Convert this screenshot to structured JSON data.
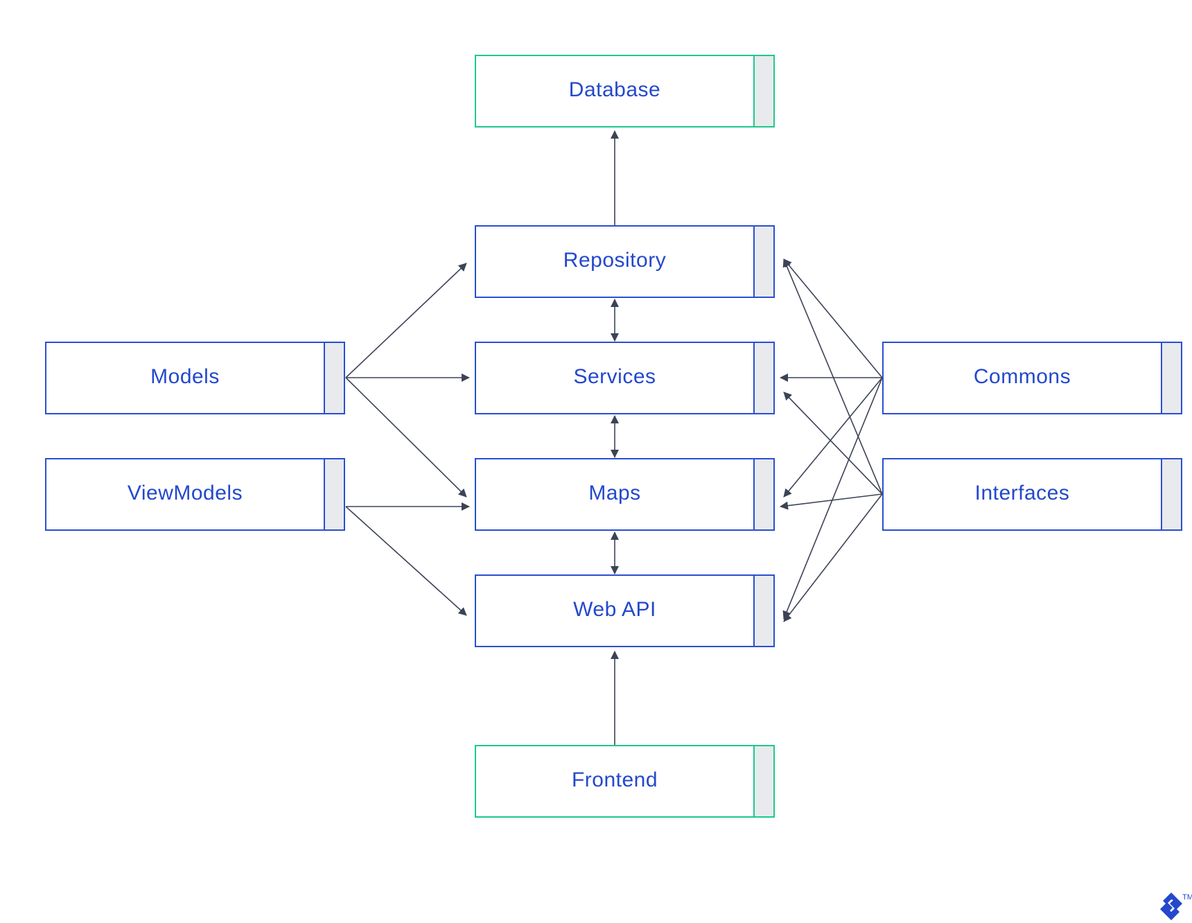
{
  "colors": {
    "core_border": "#2a4fd0",
    "external_border": "#1ec98a",
    "label": "#2348cc",
    "tab_fill": "#e8eaed",
    "arrow": "#3c4356",
    "logo": "#2348cc"
  },
  "boxes": {
    "database": {
      "label": "Database",
      "kind": "external"
    },
    "repository": {
      "label": "Repository",
      "kind": "core"
    },
    "services": {
      "label": "Services",
      "kind": "core"
    },
    "maps": {
      "label": "Maps",
      "kind": "core"
    },
    "webapi": {
      "label": "Web API",
      "kind": "core"
    },
    "frontend": {
      "label": "Frontend",
      "kind": "external"
    },
    "models": {
      "label": "Models",
      "kind": "core"
    },
    "viewmodels": {
      "label": "ViewModels",
      "kind": "core"
    },
    "commons": {
      "label": "Commons",
      "kind": "core"
    },
    "interfaces": {
      "label": "Interfaces",
      "kind": "core"
    }
  },
  "connections": [
    {
      "from": "repository",
      "to": "database",
      "direction": "one-way"
    },
    {
      "from": "repository",
      "to": "services",
      "direction": "two-way"
    },
    {
      "from": "services",
      "to": "maps",
      "direction": "two-way"
    },
    {
      "from": "maps",
      "to": "webapi",
      "direction": "two-way"
    },
    {
      "from": "frontend",
      "to": "webapi",
      "direction": "one-way"
    },
    {
      "from": "models",
      "to": "repository",
      "direction": "one-way"
    },
    {
      "from": "models",
      "to": "services",
      "direction": "one-way"
    },
    {
      "from": "models",
      "to": "maps",
      "direction": "one-way"
    },
    {
      "from": "viewmodels",
      "to": "maps",
      "direction": "one-way"
    },
    {
      "from": "viewmodels",
      "to": "webapi",
      "direction": "one-way"
    },
    {
      "from": "commons",
      "to": "repository",
      "direction": "one-way"
    },
    {
      "from": "commons",
      "to": "services",
      "direction": "one-way"
    },
    {
      "from": "commons",
      "to": "maps",
      "direction": "one-way"
    },
    {
      "from": "commons",
      "to": "webapi",
      "direction": "one-way"
    },
    {
      "from": "interfaces",
      "to": "repository",
      "direction": "one-way"
    },
    {
      "from": "interfaces",
      "to": "services",
      "direction": "one-way"
    },
    {
      "from": "interfaces",
      "to": "maps",
      "direction": "one-way"
    },
    {
      "from": "interfaces",
      "to": "webapi",
      "direction": "one-way"
    }
  ],
  "logo": {
    "icon": "toptal-logo-icon",
    "trademark": "TM"
  }
}
